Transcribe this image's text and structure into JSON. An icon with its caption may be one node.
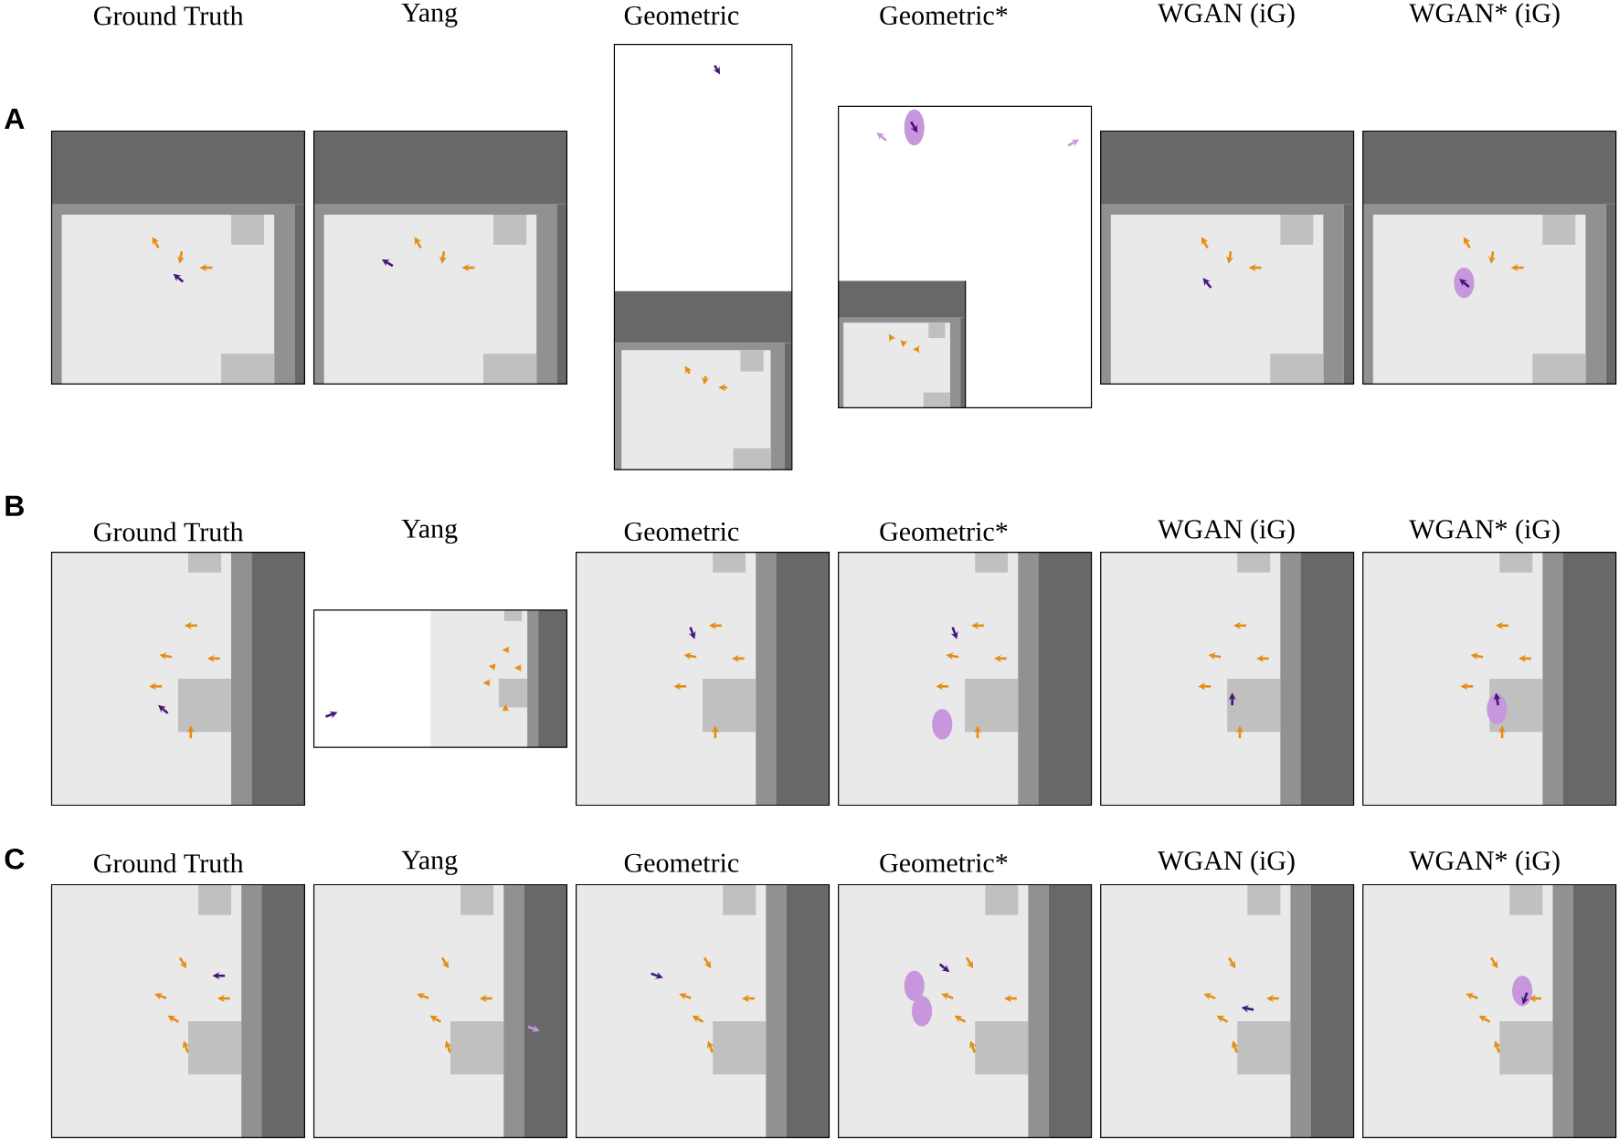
{
  "diagram": {
    "labels": [
      "Ground Truth",
      "Yang",
      "Geometric",
      "Geometric*",
      "WGAN (iG)",
      "WGAN* (iG)",
      "A",
      "B",
      "Ground Truth",
      "Yang",
      "Geometric",
      "Geometric*",
      "WGAN (iG)",
      "WGAN* (iG)",
      "C",
      "Ground Truth",
      "Yang",
      "Geometric",
      "Geometric*",
      "WGAN (iG)",
      "WGAN* (iG)"
    ]
  }
}
